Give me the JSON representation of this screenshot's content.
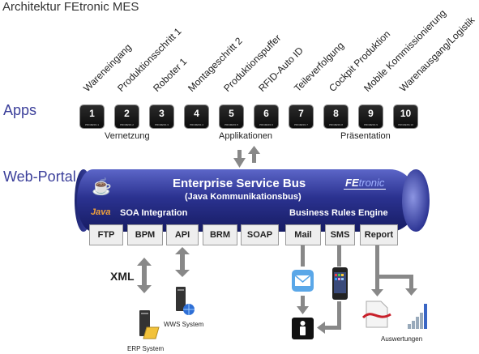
{
  "title": "Architektur FEtronic MES",
  "apps_label": "Apps",
  "portal_label": "Web-Portal",
  "process_steps": [
    {
      "name": "Wareneingang",
      "num": "1",
      "sub": "PROZESS 1"
    },
    {
      "name": "Produktionsschritt 1",
      "num": "2",
      "sub": "PROZESS 2"
    },
    {
      "name": "Roboter 1",
      "num": "3",
      "sub": "PROZESS 3"
    },
    {
      "name": "Montageschritt 2",
      "num": "4",
      "sub": "PROZESS 4"
    },
    {
      "name": "Produktionspuffer",
      "num": "5",
      "sub": "PROZESS 5"
    },
    {
      "name": "RFID-Auto ID",
      "num": "6",
      "sub": "PROZESS 6"
    },
    {
      "name": "Teileverfolgung",
      "num": "7",
      "sub": "PROZESS 7"
    },
    {
      "name": "Cockpit Produktion",
      "num": "8",
      "sub": "PROZESS 8"
    },
    {
      "name": "Mobile Kommissionierung",
      "num": "9",
      "sub": "PROZESS 9"
    },
    {
      "name": "Warenausgang/Logistik",
      "num": "10",
      "sub": "PROZESS 10"
    }
  ],
  "groups": {
    "vernetzung": "Vernetzung",
    "applikationen": "Applikationen",
    "praesentation": "Präsentation"
  },
  "bus": {
    "title": "Enterprise Service Bus",
    "subtitle": "(Java Kommunikationsbus)",
    "soa": "SOA Integration",
    "bre": "Business Rules Engine",
    "java": "Java",
    "brand_fe": "FE",
    "brand_tronic": "tronic"
  },
  "protocols": [
    "FTP",
    "BPM",
    "API",
    "BRM",
    "SOAP",
    "Mail",
    "SMS",
    "Report"
  ],
  "xml_label": "XML",
  "systems": {
    "erp": "ERP System",
    "wws": "WWS System",
    "auswertungen": "Auswertungen"
  },
  "colors": {
    "bus_dark": "#161c63",
    "bus_light": "#5c66c8",
    "section_label": "#3b3f9a",
    "arrow": "#888888"
  }
}
